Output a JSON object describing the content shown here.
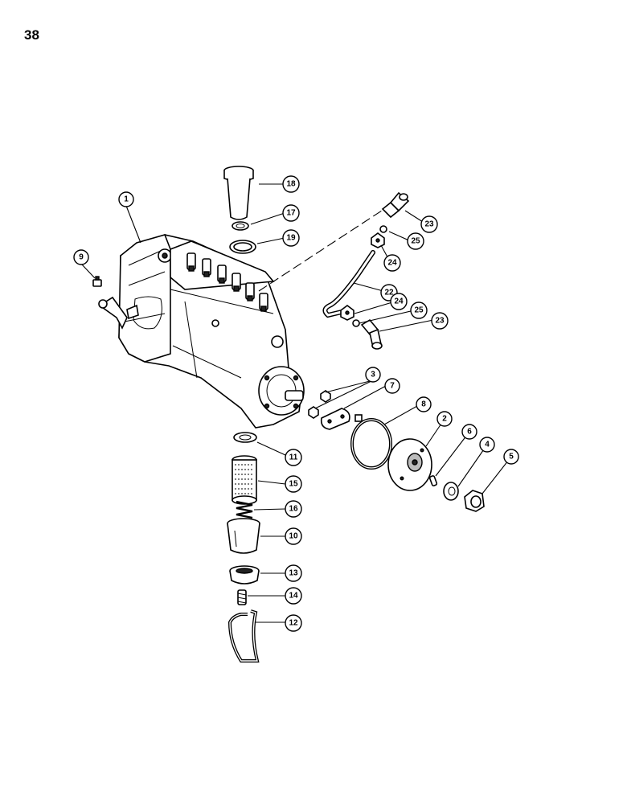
{
  "page": {
    "number": "38"
  },
  "diagram": {
    "callouts": [
      {
        "id": "1",
        "label": "1"
      },
      {
        "id": "2",
        "label": "2"
      },
      {
        "id": "3",
        "label": "3"
      },
      {
        "id": "4",
        "label": "4"
      },
      {
        "id": "5",
        "label": "5"
      },
      {
        "id": "6",
        "label": "6"
      },
      {
        "id": "7",
        "label": "7"
      },
      {
        "id": "8",
        "label": "8"
      },
      {
        "id": "9",
        "label": "9"
      },
      {
        "id": "10",
        "label": "10"
      },
      {
        "id": "11",
        "label": "11"
      },
      {
        "id": "12",
        "label": "12"
      },
      {
        "id": "13",
        "label": "13"
      },
      {
        "id": "14",
        "label": "14"
      },
      {
        "id": "15",
        "label": "15"
      },
      {
        "id": "16",
        "label": "16"
      },
      {
        "id": "17",
        "label": "17"
      },
      {
        "id": "18",
        "label": "18"
      },
      {
        "id": "19",
        "label": "19"
      },
      {
        "id": "22",
        "label": "22"
      },
      {
        "id": "23a",
        "label": "23"
      },
      {
        "id": "23b",
        "label": "23"
      },
      {
        "id": "24a",
        "label": "24"
      },
      {
        "id": "24b",
        "label": "24"
      },
      {
        "id": "25a",
        "label": "25"
      },
      {
        "id": "25b",
        "label": "25"
      }
    ]
  }
}
